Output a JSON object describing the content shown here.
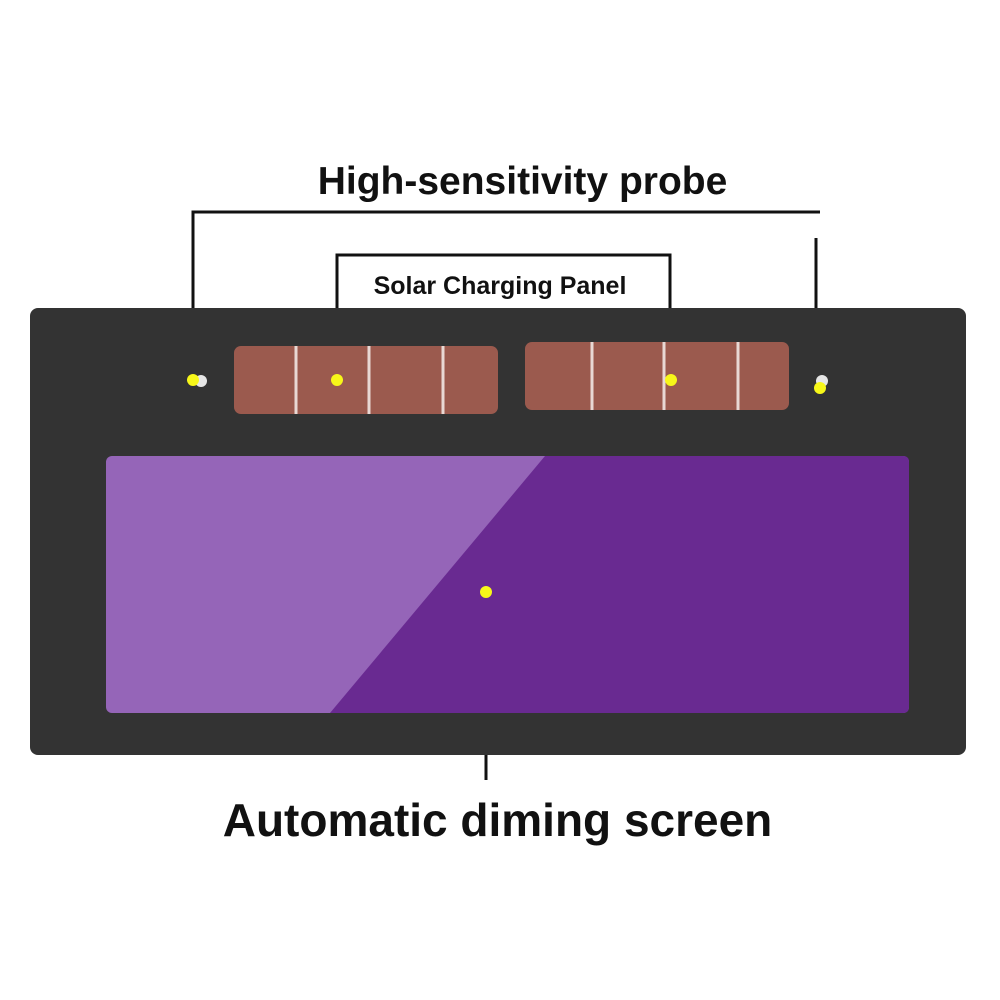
{
  "labels": {
    "probe": "High-sensitivity probe",
    "solar_panel": "Solar Charging Panel",
    "screen": "Automatic diming screen"
  },
  "colors": {
    "frame": "#333333",
    "solar_cell": "#9b5a4e",
    "cell_divider": "#e8d8d4",
    "screen_light": "#9565b8",
    "screen_dark": "#692a91",
    "marker": "#f7f719",
    "leader_line": "#111111"
  }
}
